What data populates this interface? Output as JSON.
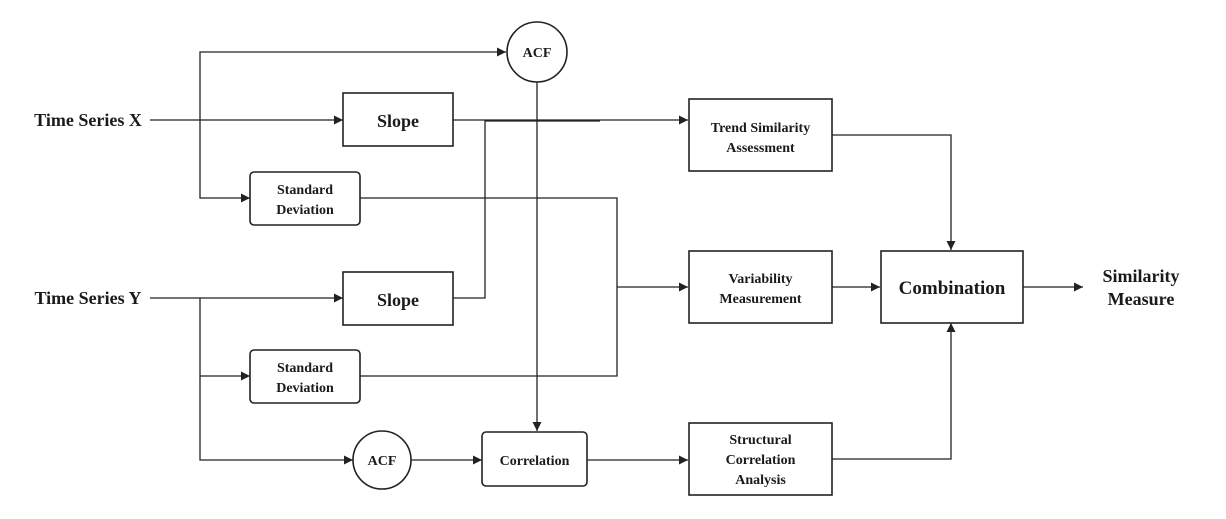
{
  "inputs": {
    "x": "Time Series X",
    "y": "Time Series Y"
  },
  "operators": {
    "acf_top": "ACF",
    "acf_bottom": "ACF",
    "slope_x": "Slope",
    "slope_y": "Slope",
    "std_x": [
      "Standard",
      "Deviation"
    ],
    "std_y": [
      "Standard",
      "Deviation"
    ],
    "correlation": "Correlation"
  },
  "analyses": {
    "trend": [
      "Trend Similarity",
      "Assessment"
    ],
    "variability": [
      "Variability",
      "Measurement"
    ],
    "structural": [
      "Structural",
      "Correlation",
      "Analysis"
    ]
  },
  "combination": "Combination",
  "output": [
    "Similarity",
    "Measure"
  ]
}
